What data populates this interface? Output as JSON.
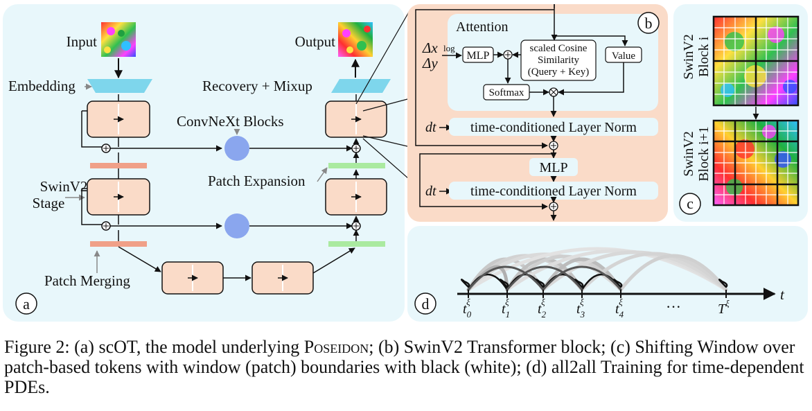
{
  "panel_a": {
    "badge": "a",
    "input": "Input",
    "output": "Output",
    "embedding": "Embedding",
    "recovery": "Recovery + Mixup",
    "convnext": "ConvNeXt Blocks",
    "swin_stage_line1": "SwinV2",
    "swin_stage_line2": "Stage",
    "patch_expansion": "Patch Expansion",
    "patch_merging": "Patch Merging"
  },
  "panel_b": {
    "badge": "b",
    "attention": "Attention",
    "dx": "Δx",
    "dy": "Δy",
    "log": "log",
    "mlp_small": "MLP",
    "cosine_line1": "scaled Cosine",
    "cosine_line2": "Similarity",
    "cosine_line3": "(Query + Key)",
    "value": "Value",
    "softmax": "Softmax",
    "dt": "dt",
    "layer_norm": "time-conditioned Layer Norm",
    "mlp": "MLP"
  },
  "panel_c": {
    "badge": "c",
    "block_i_line1": "SwinV2",
    "block_i_line2": "Block i",
    "block_i1_line1": "SwinV2",
    "block_i1_line2": "Block i+1"
  },
  "panel_d": {
    "badge": "d",
    "t_axis": "t",
    "ticks": [
      {
        "base": "t",
        "sub": "0",
        "sup": "ξ"
      },
      {
        "base": "t",
        "sub": "1",
        "sup": "ξ"
      },
      {
        "base": "t",
        "sub": "2",
        "sup": "ξ"
      },
      {
        "base": "t",
        "sub": "3",
        "sup": "ξ"
      },
      {
        "base": "t",
        "sub": "4",
        "sup": "ξ"
      }
    ],
    "ellipsis": "···",
    "last": "T",
    "last_sup": "ξ"
  },
  "caption": {
    "part1": "Figure 2: (a) scOT, the model underlying ",
    "poseidon": "Poseidon",
    "part2": "; (b) SwinV2 Transformer block; (c) Shifting Window over patch-based tokens with window (patch) boundaries with black (white); (d) all2all Training for time-dependent PDEs."
  },
  "colors": {
    "panel_bg": "#e8f7fb",
    "peach": "#fadbc8",
    "salmon": "#f0a088",
    "green": "#aaeaa0",
    "sky": "#7ed6ec",
    "convnext_blue": "#8aa6ee"
  }
}
